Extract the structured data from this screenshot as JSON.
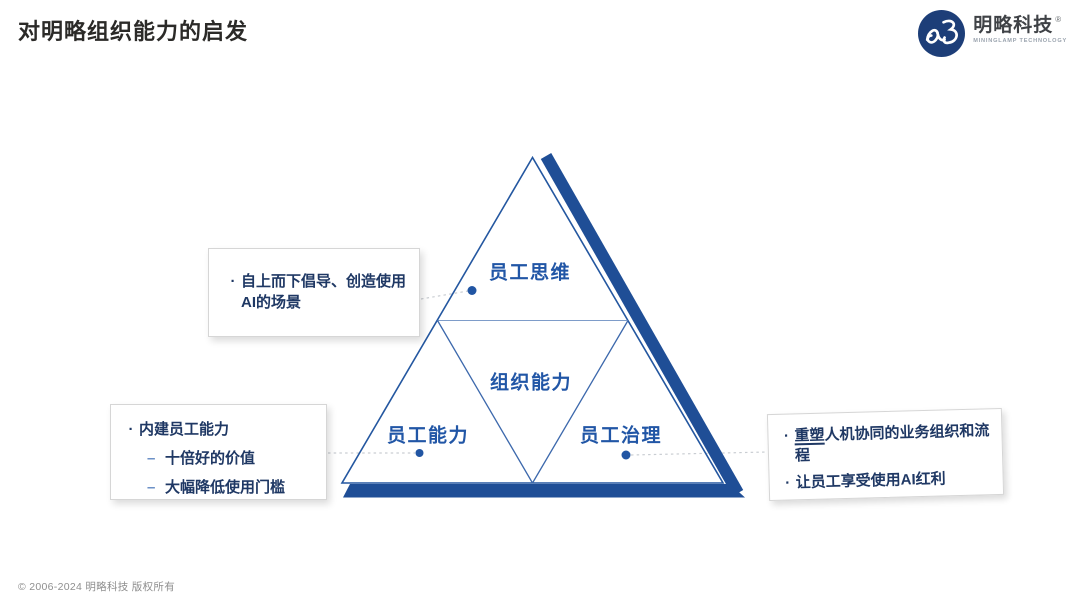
{
  "slide": {
    "title": "对明略组织能力的启发",
    "footer": "© 2006-2024 明略科技 版权所有"
  },
  "brand": {
    "name": "明略科技",
    "reg_mark": "®",
    "subtitle": "MININGLAMP TECHNOLOGY"
  },
  "diagram": {
    "type": "segmented-pyramid",
    "top_label": "员工思维",
    "center_label": "组织能力",
    "bottom_left_label": "员工能力",
    "bottom_right_label": "员工治理"
  },
  "callouts": {
    "top_left": {
      "bullet": "·",
      "text": "自上而下倡导、创造使用AI的场景"
    },
    "bottom_left": {
      "bullet": "·",
      "title": "内建员工能力",
      "dash": "–",
      "items": [
        "十倍好的价值",
        "大幅降低使用门槛"
      ]
    },
    "right": {
      "bullet": "·",
      "item1_underline": "重塑",
      "item1_rest": "人机协同的业务组织和流程",
      "item2": "让员工享受使用AI红利"
    }
  },
  "colors": {
    "triangle_blue": "#1F4E96",
    "label_blue": "#2156A6",
    "callout_navy": "#1F3864",
    "connector_gray": "#C9CDD2"
  }
}
